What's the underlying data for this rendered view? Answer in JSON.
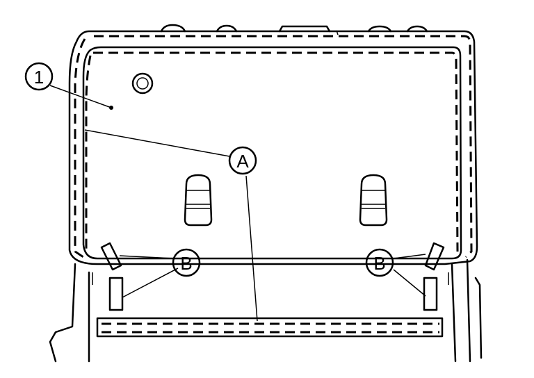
{
  "callouts": {
    "panel": "1",
    "seam_tape": "A",
    "clip": "B"
  },
  "colors": {
    "line": "#000000",
    "background": "#ffffff"
  }
}
